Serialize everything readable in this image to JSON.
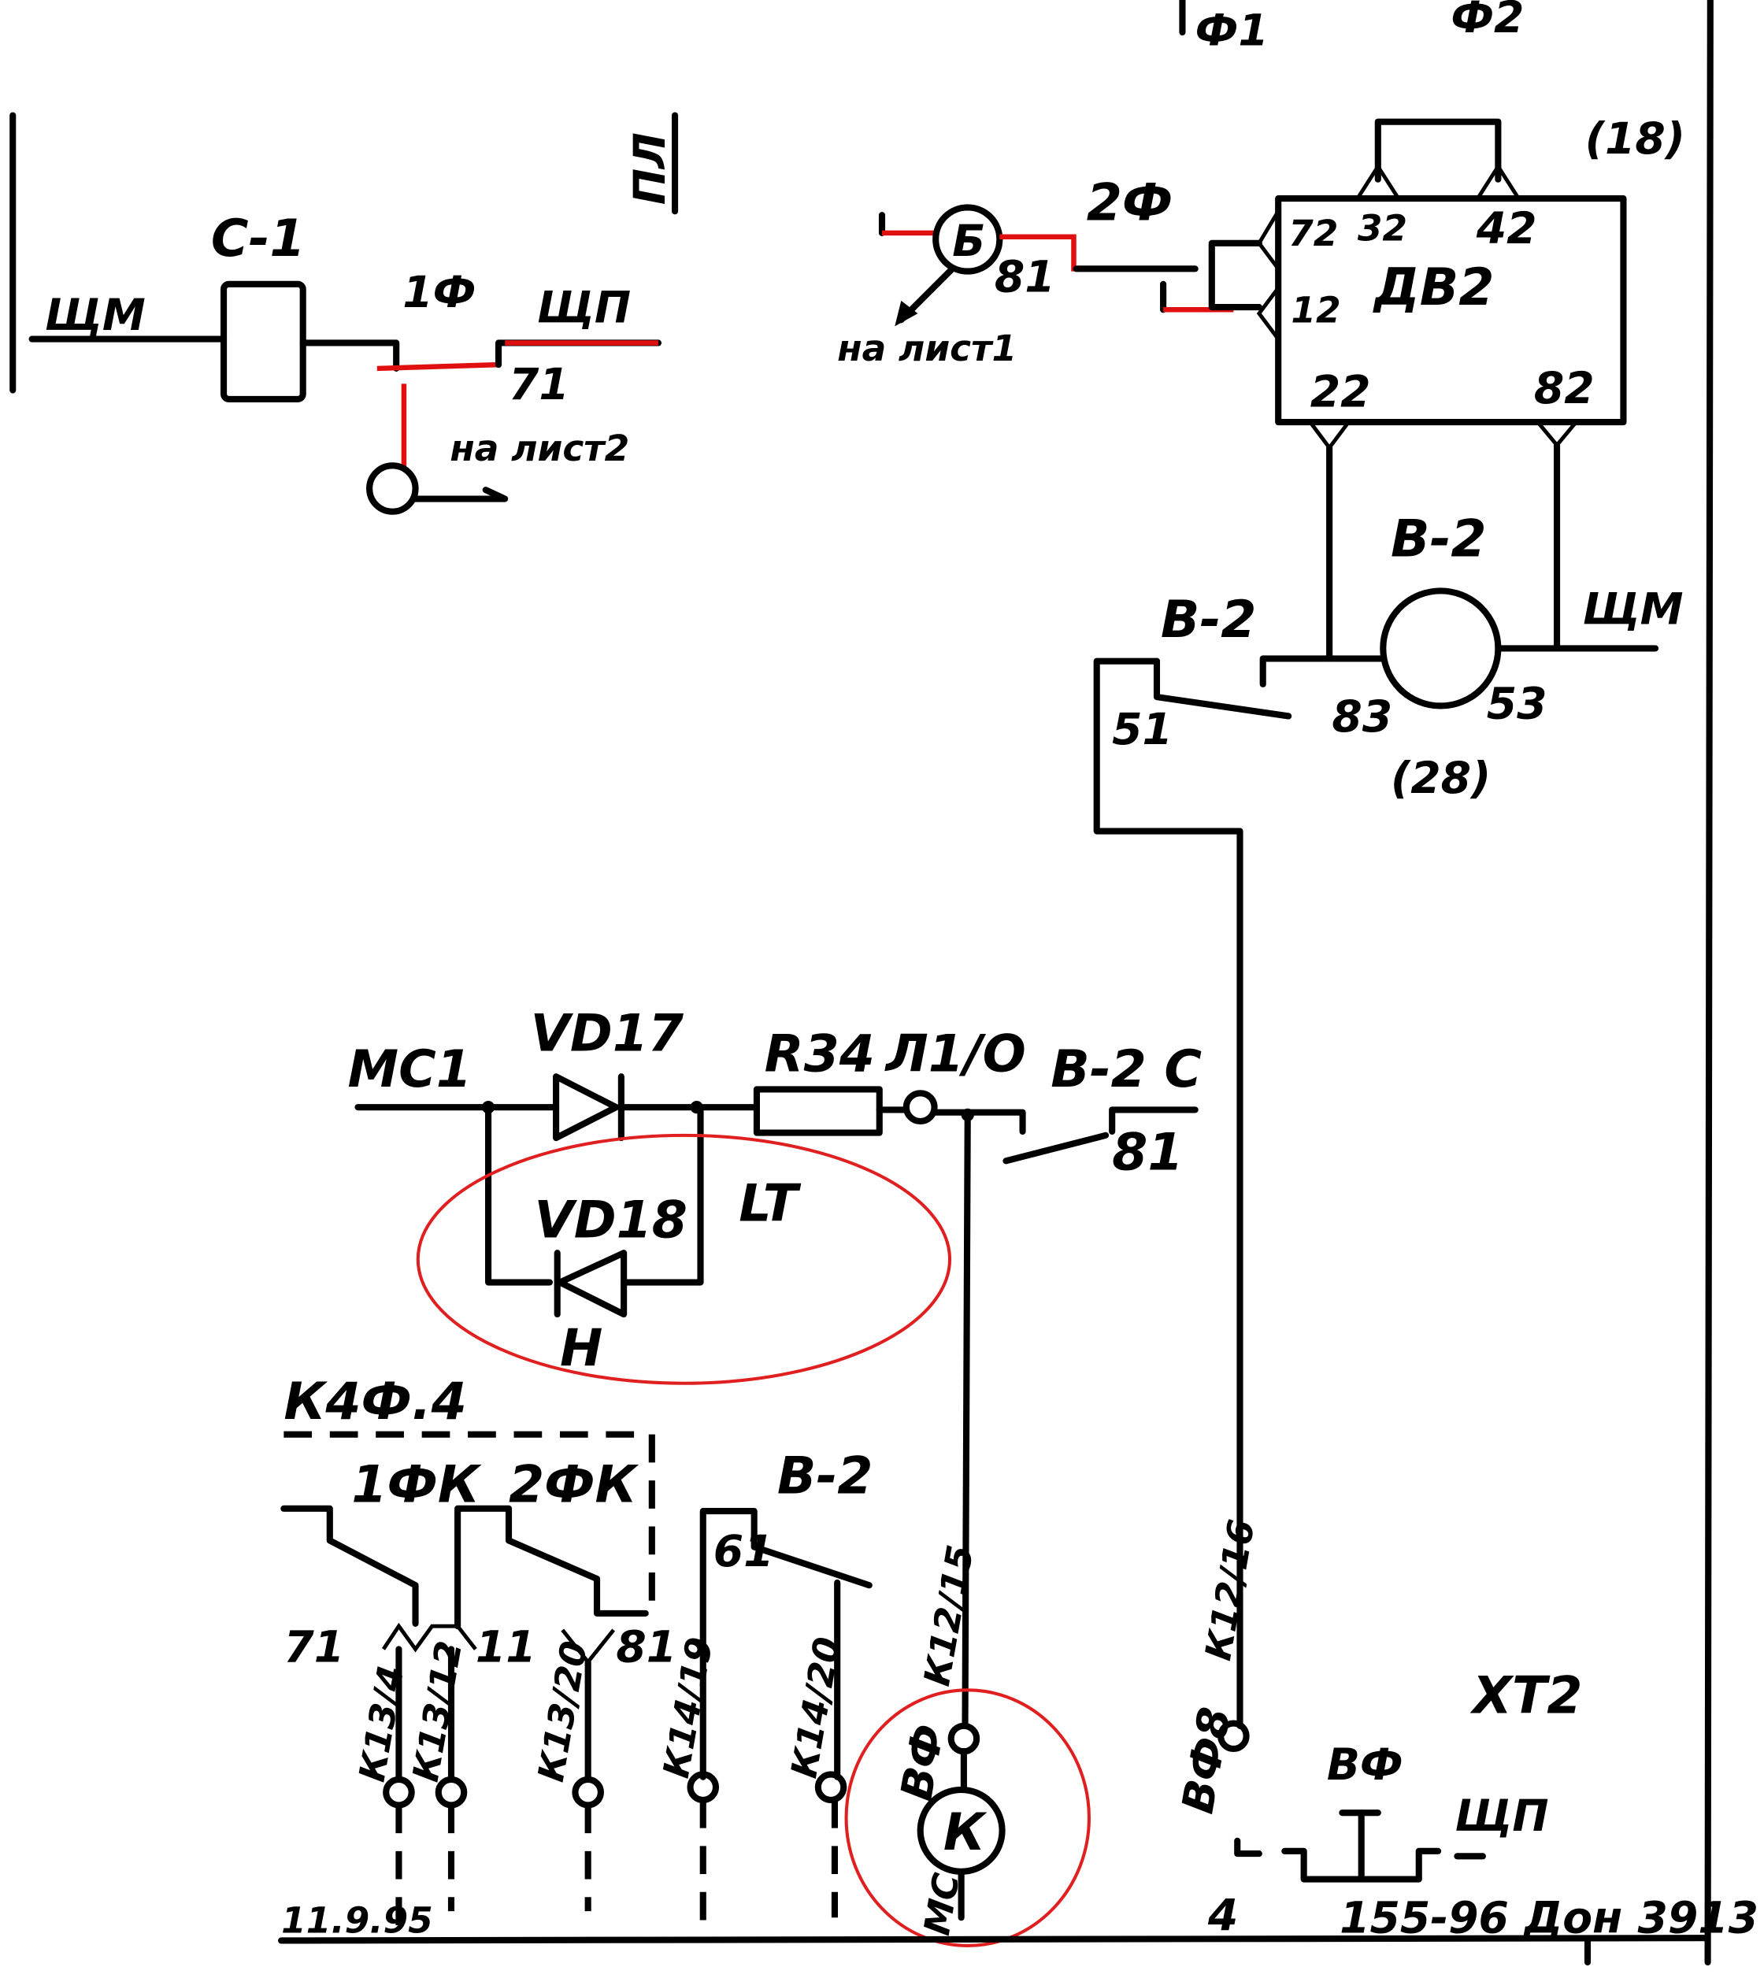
{
  "colors": {
    "ink": "#000000",
    "highlight": "#e01010"
  },
  "top": {
    "f1": "Ф1",
    "f2": "Ф2",
    "pl": "ПЛ",
    "shm_left": "ЩМ",
    "c1": "С-1",
    "f1_wire": "1Ф",
    "shp": "ЩП",
    "n71": "71",
    "to_sheet2": "на лист2"
  },
  "dv2": {
    "label": "ДВ2",
    "ref": "(18)",
    "pins": [
      "72",
      "32",
      "42",
      "12",
      "22",
      "82"
    ],
    "f2_wire": "2Ф",
    "b_terminal": "Б",
    "n81": "81",
    "to_sheet1": "на лист1"
  },
  "b2": {
    "coil": "В-2",
    "contact": "В-2",
    "shm": "ЩМ",
    "p51": "51",
    "p83": "83",
    "p53": "53",
    "ref": "(28)"
  },
  "mc1": {
    "label": "МС1",
    "vd17": "VD17",
    "vd18": "VD18",
    "r34": "R34",
    "l1": "Л1/О",
    "b2c": "В-2 С",
    "n81": "81",
    "lt": "LT",
    "h": "Н"
  },
  "k4f": {
    "title": "К4Ф.4",
    "k1": "1ФК",
    "k2": "2ФК",
    "b2": "В-2",
    "p71": "71",
    "p11": "11",
    "p81": "81",
    "p61": "61",
    "wires": [
      "К13/4",
      "К13/12",
      "К13/20",
      "К14/19",
      "К14/20",
      "К12/15",
      "К12/16"
    ]
  },
  "bottom": {
    "vf": "ВФ",
    "mc": "МС",
    "k": "К",
    "vf8": "ВФ8",
    "xt2": "ХТ2",
    "vf2": "ВФ",
    "shp": "ЩП",
    "date": "11.9.95",
    "n4": "4",
    "stamp": "155-96 Дон 3913"
  }
}
